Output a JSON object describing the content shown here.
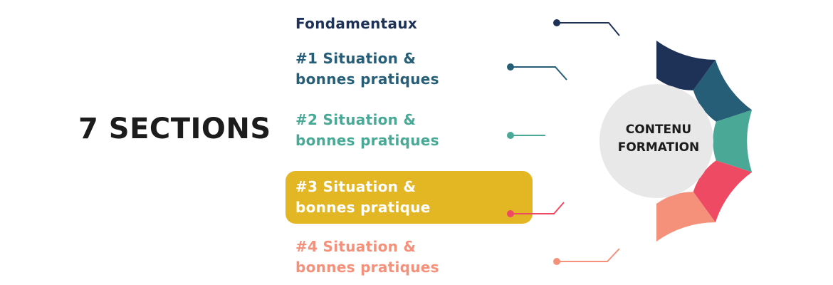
{
  "heading": "7 SECTIONS",
  "center": {
    "line1": "CONTENU",
    "line2": "FORMATION"
  },
  "colors": {
    "text_dark": "#1c1c1c",
    "center_fill": "#e8e8e8",
    "highlight_fill": "#e3b623",
    "highlight_text": "#ffffff"
  },
  "sections": [
    {
      "line1": "Fondamentaux",
      "line2": "",
      "color": "#1e3157",
      "highlighted": false
    },
    {
      "line1": "#1 Situation &",
      "line2": "bonnes pratiques",
      "color": "#265d77",
      "highlighted": false
    },
    {
      "line1": "#2 Situation &",
      "line2": "bonnes pratiques",
      "color": "#4aa996",
      "highlighted": false
    },
    {
      "line1": "#3 Situation &",
      "line2": "bonnes pratique",
      "color": "#ef4a64",
      "highlighted": true
    },
    {
      "line1": "#4 Situation &",
      "line2": "bonnes pratiques",
      "color": "#f5917b",
      "highlighted": false
    }
  ]
}
